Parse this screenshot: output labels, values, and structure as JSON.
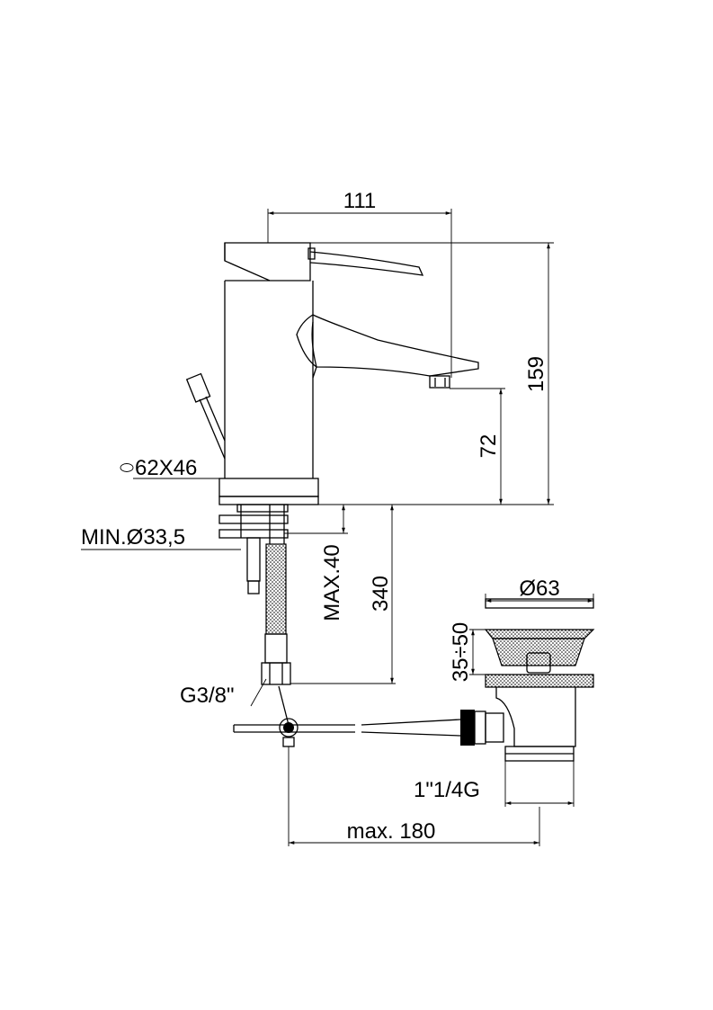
{
  "dimensions": {
    "top_width": "111",
    "overall_height": "159",
    "spout_height": "72",
    "base_size": "62X46",
    "hole_min": "MIN.Ø33,5",
    "deck_max": "MAX.40",
    "hose_length": "340",
    "connector": "G3/8\"",
    "waste_diameter": "Ø63",
    "waste_range": "35÷50",
    "waste_thread": "1\"1/4G",
    "rod_max": "max. 180"
  }
}
